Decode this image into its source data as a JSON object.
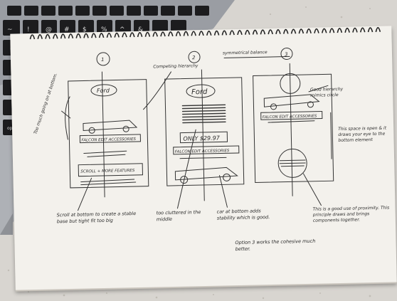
{
  "sketches": [
    {
      "number": "1",
      "logo": "Ford",
      "headline": "FALCON EDIT ACCESSORIES",
      "footer": "SCROLL + MORE FEATURES"
    },
    {
      "number": "2",
      "logo": "Ford",
      "price": "ONLY $29.97",
      "headline": "FALCON EDIT ACCESSORIES"
    },
    {
      "number": "3",
      "headline": "FALCON EDIT ACCESSORIES"
    }
  ],
  "annotations": {
    "competing_hierarchy": "Competing hierarchy",
    "symmetrical_balance": "symmetrical balance",
    "too_much_going_on": "Too much going on at bottom.",
    "scroll_at_bottom": "Scroll at bottom to create a stable base but tight fit too big",
    "too_cluttered": "too cluttered in the middle",
    "car_at_bottom": "car at bottom adds stability which is good.",
    "good_hierarchy": "Good hierarchy mimics circle",
    "eyes_down": "This space is open & it draws your eye to the bottom element",
    "proximity": "This is a good use of proximity. This principle draws and brings components together.",
    "option_3": "Option 3 works the cohesive much better."
  }
}
